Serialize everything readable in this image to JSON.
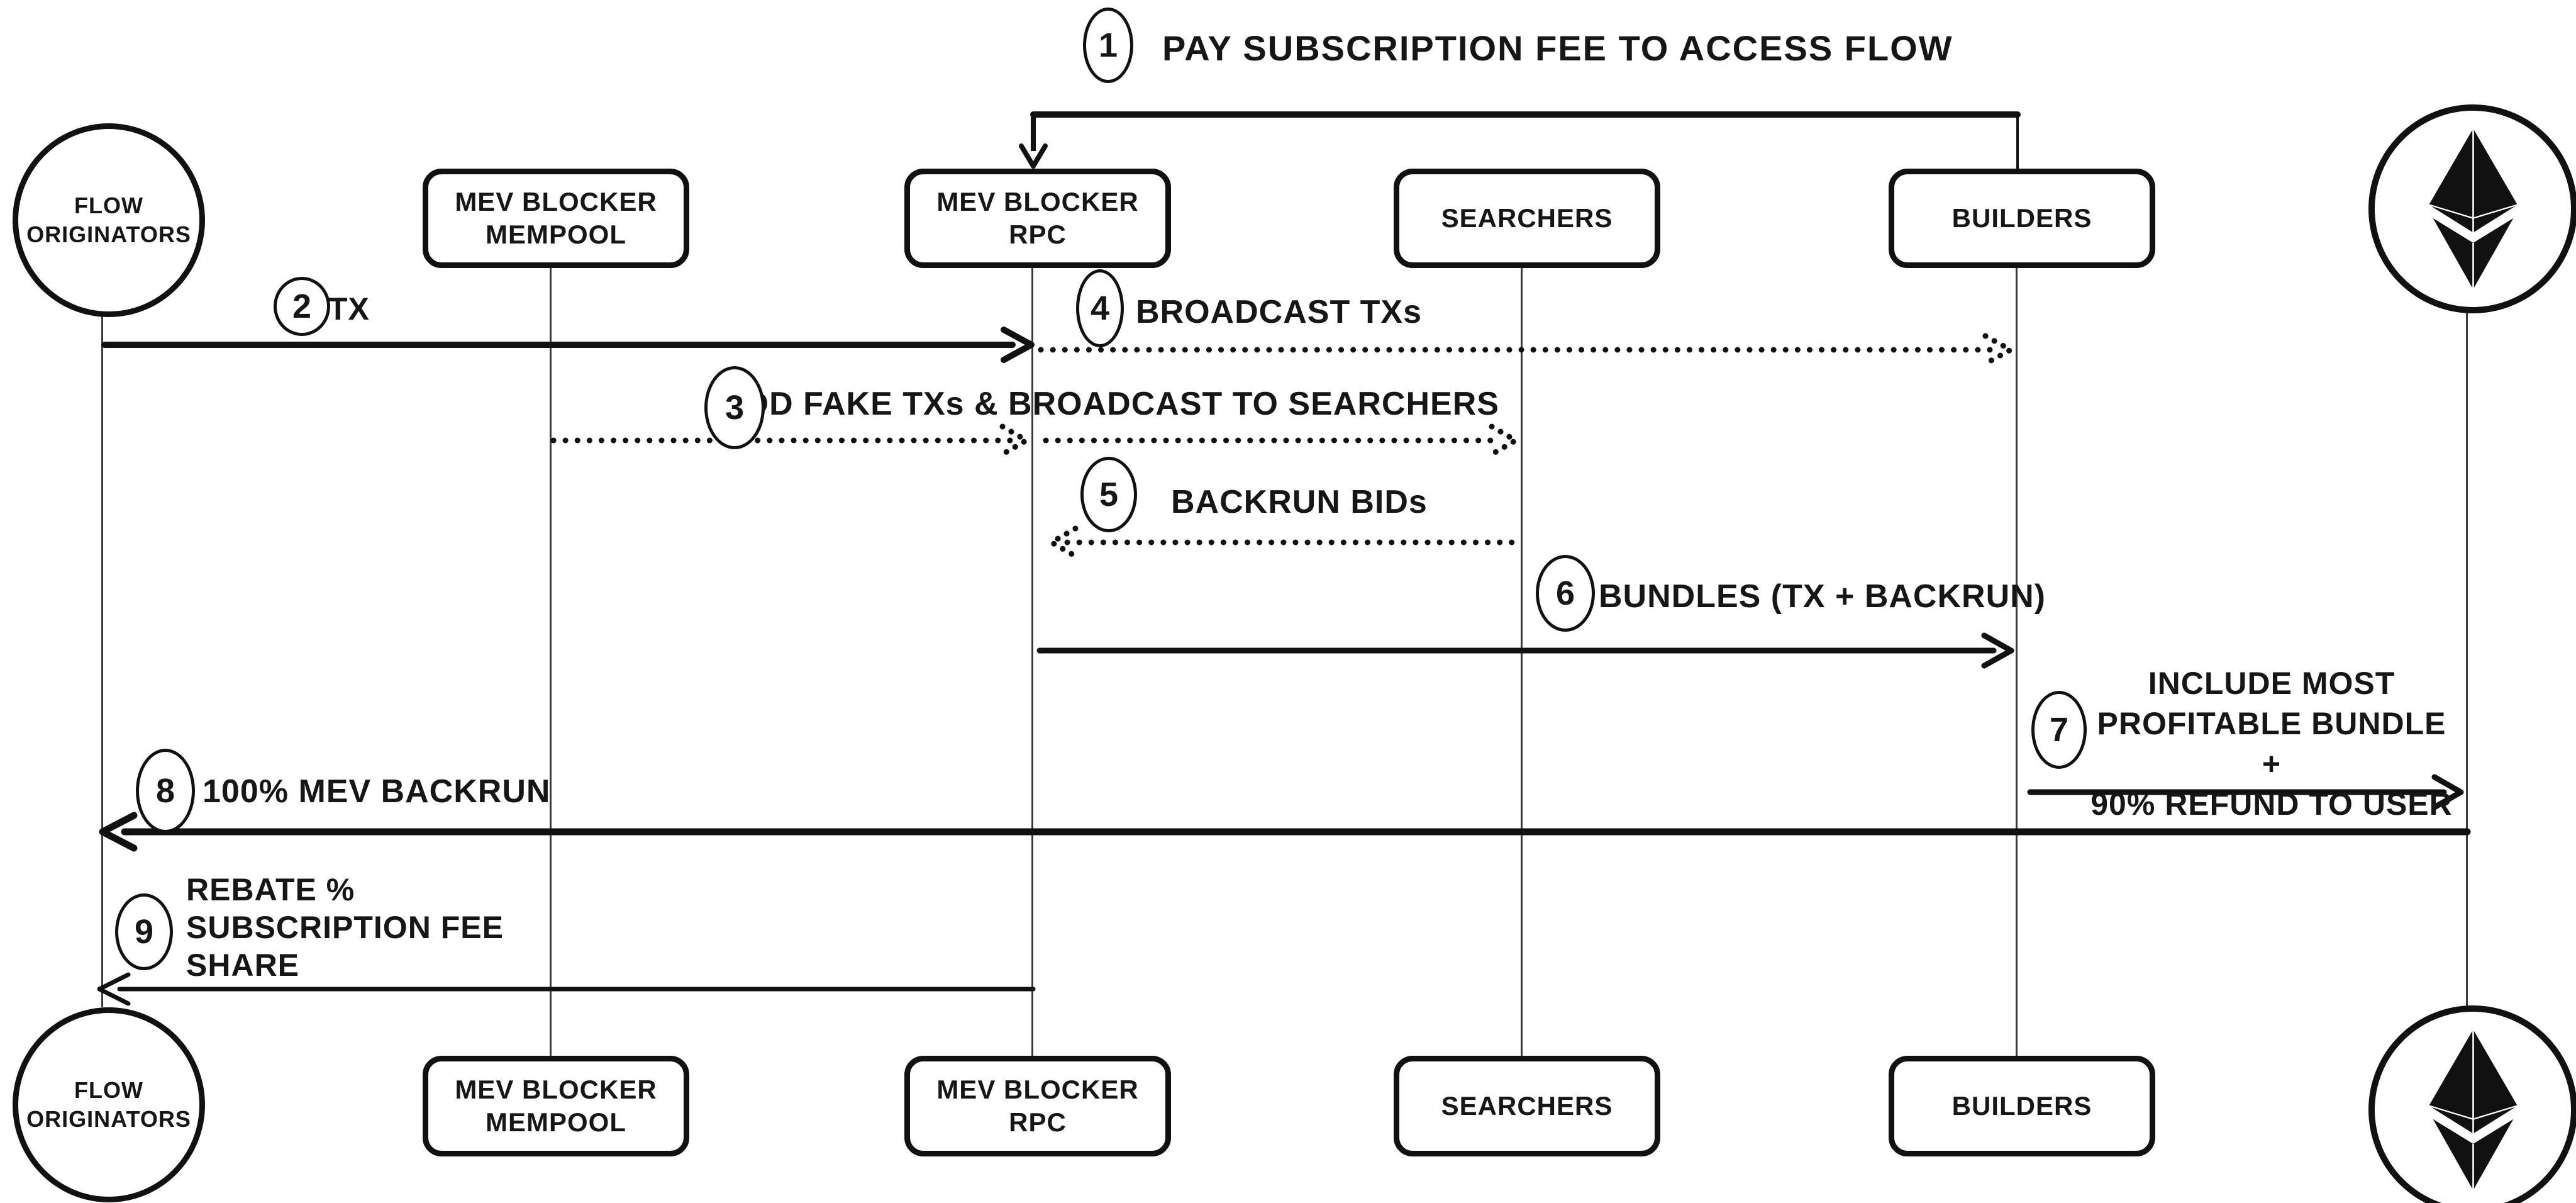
{
  "colors": {
    "ink": "#161616",
    "background": "#ffffff"
  },
  "title": {
    "number": "1",
    "text": "PAY SUBSCRIPTION FEE TO ACCESS FLOW"
  },
  "actors": {
    "flow_originators": {
      "line1": "FLOW",
      "line2": "ORIGINATORS"
    },
    "mempool": {
      "line1": "MEV BLOCKER",
      "line2": "MEMPOOL"
    },
    "rpc": {
      "line1": "MEV BLOCKER",
      "line2": "RPC"
    },
    "searchers": {
      "label": "SEARCHERS"
    },
    "builders": {
      "label": "BUILDERS"
    },
    "ethereum": {
      "icon": "ethereum-logo"
    }
  },
  "steps": {
    "s2": {
      "number": "2",
      "label": "TX"
    },
    "s3": {
      "number": "3",
      "label": "ADD FAKE TXs & BROADCAST TO SEARCHERS"
    },
    "s4": {
      "number": "4",
      "label": "BROADCAST TXs"
    },
    "s5": {
      "number": "5",
      "label": "BACKRUN BIDs"
    },
    "s6": {
      "number": "6",
      "label": "BUNDLES (TX + BACKRUN)"
    },
    "s7": {
      "number": "7",
      "line1": "INCLUDE MOST",
      "line2": "PROFITABLE BUNDLE +",
      "line3": "90% REFUND TO USER"
    },
    "s8": {
      "number": "8",
      "label": "100% MEV BACKRUN"
    },
    "s9": {
      "number": "9",
      "line1": "REBATE %",
      "line2": "SUBSCRIPTION FEE",
      "line3": "SHARE"
    }
  }
}
